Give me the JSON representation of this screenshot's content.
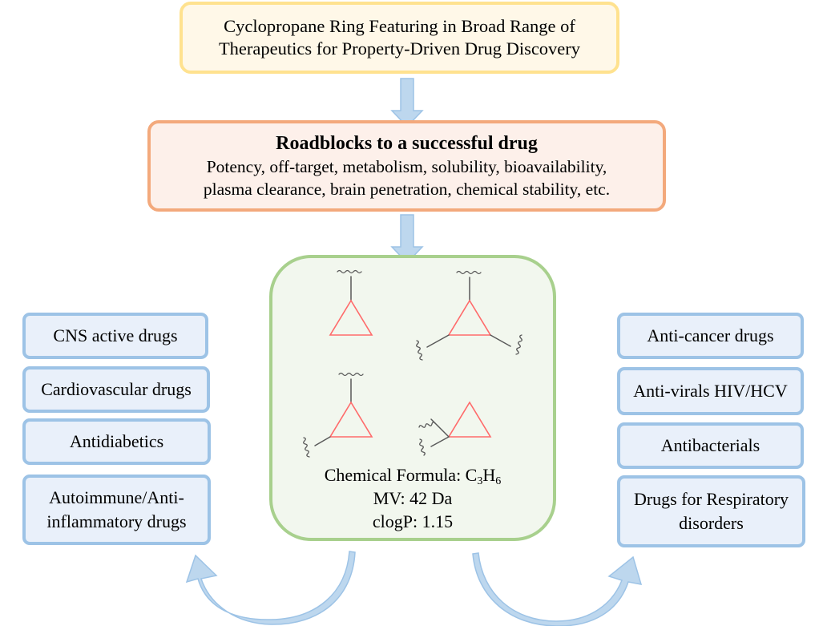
{
  "title_box": {
    "line1": "Cyclopropane Ring Featuring in Broad Range of",
    "line2": "Therapeutics for Property-Driven Drug Discovery"
  },
  "roadblocks_box": {
    "title": "Roadblocks to a successful drug",
    "line1": "Potency, off-target, metabolism, solubility, bioavailability,",
    "line2": "plasma clearance, brain penetration, chemical stability, etc."
  },
  "center_box": {
    "formula_label": "Chemical Formula: C",
    "formula_c_sub": "3",
    "formula_h": "H",
    "formula_h_sub": "6",
    "mv": "MV: 42 Da",
    "clogp": "clogP: 1.15",
    "structures": [
      "monosubstituted-cyclopropane",
      "trisubstituted-cyclopropane",
      "1,2-disubstituted-cyclopropane",
      "1,1-disubstituted-cyclopropane"
    ]
  },
  "left_list": [
    {
      "label": "CNS active drugs"
    },
    {
      "label": "Cardiovascular drugs"
    },
    {
      "label": "Antidiabetics"
    },
    {
      "label": "Autoimmune/Anti-",
      "label2": "inflammatory drugs"
    }
  ],
  "right_list": [
    {
      "label": "Anti-cancer drugs"
    },
    {
      "label": "Anti-virals HIV/HCV"
    },
    {
      "label": "Antibacterials"
    },
    {
      "label": "Drugs for Respiratory",
      "label2": "disorders"
    }
  ],
  "colors": {
    "arrow": "#bdd7ee",
    "arrow_stroke": "#9dc3e6",
    "ring": "#ff6b6b",
    "bond": "#595959"
  }
}
